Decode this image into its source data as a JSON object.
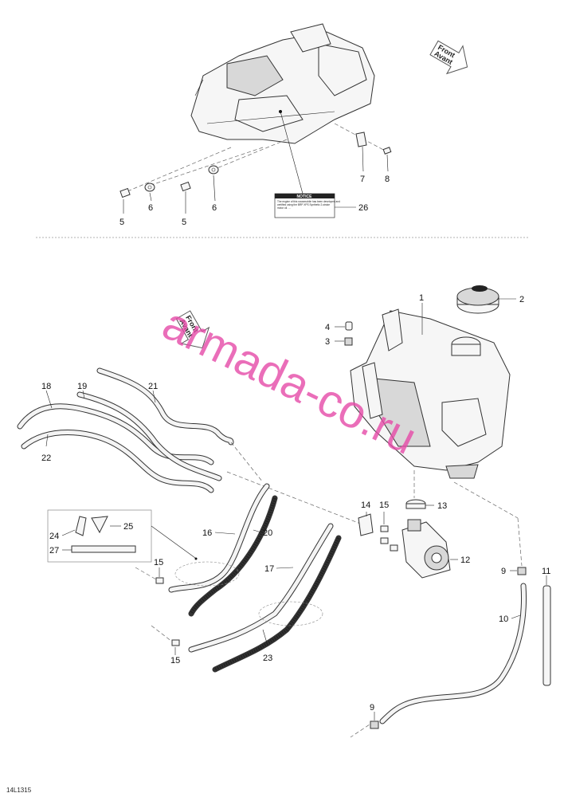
{
  "diagram": {
    "reference_code": "14L1315",
    "watermark": "armada-co.ru",
    "direction_arrow": {
      "line1": "Front",
      "line2": "Avant"
    },
    "notice_label": {
      "title": "NOTICE",
      "lines": [
        "The engine of this snowmobile has been developed and",
        "certified using the BRP XPS Synthetic 2-stroke",
        "motor oil. ...",
        "",
        "",
        ""
      ]
    },
    "callouts": [
      "1",
      "2",
      "3",
      "4",
      "5",
      "6",
      "7",
      "8",
      "9",
      "10",
      "11",
      "12",
      "13",
      "14",
      "15",
      "16",
      "17",
      "18",
      "19",
      "20",
      "21",
      "22",
      "23",
      "24",
      "25",
      "26",
      "27"
    ]
  }
}
